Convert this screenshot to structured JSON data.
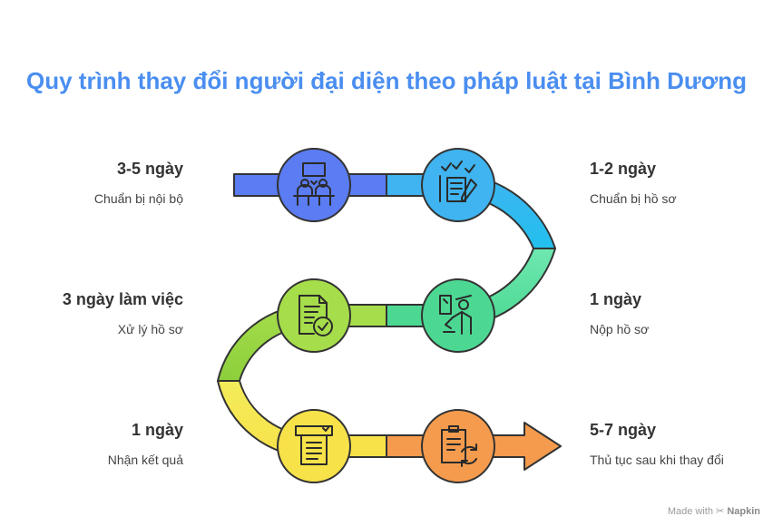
{
  "title": "Quy trình thay đổi người đại diện theo pháp luật tại Bình Dương",
  "steps": [
    {
      "duration": "3-5 ngày",
      "description": "Chuẩn bị nội bộ",
      "icon": "meeting-icon",
      "color": "#5b7cf2"
    },
    {
      "duration": "1-2 ngày",
      "description": "Chuẩn bị hồ sơ",
      "icon": "checklist-icon",
      "color": "#3fb4f0"
    },
    {
      "duration": "1 ngày",
      "description": "Nộp hồ sơ",
      "icon": "submit-document-icon",
      "color": "#4cd893"
    },
    {
      "duration": "3 ngày làm việc",
      "description": "Xử lý hồ sơ",
      "icon": "document-check-icon",
      "color": "#a6dd4a"
    },
    {
      "duration": "1 ngày",
      "description": "Nhận kết quả",
      "icon": "receive-result-icon",
      "color": "#f8e24a"
    },
    {
      "duration": "5-7 ngày",
      "description": "Thủ tục sau khi thay đổi",
      "icon": "clipboard-refresh-icon",
      "color": "#f59b4d"
    }
  ],
  "footer": {
    "made_with": "Made with",
    "brand": "Napkin"
  }
}
